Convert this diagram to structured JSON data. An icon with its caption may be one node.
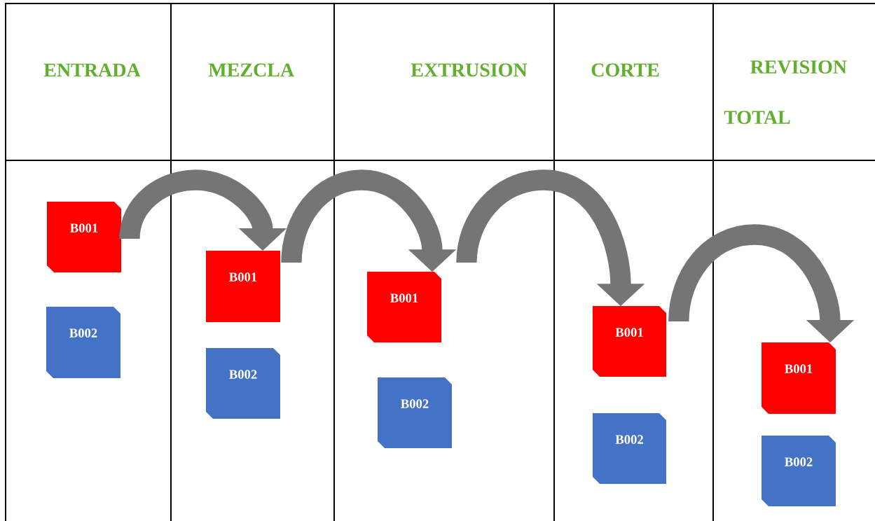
{
  "diagram": {
    "nodes": [
      {
        "text": [
          "B001"
        ]
      },
      {
        "text": [
          "B002"
        ]
      },
      {
        "text": [
          "B001"
        ]
      },
      {
        "text": [
          "B002"
        ]
      },
      {
        "text": [
          "B001"
        ]
      },
      {
        "text": [
          "B002"
        ]
      },
      {
        "text": [
          "B001"
        ]
      },
      {
        "text": [
          "B002"
        ]
      },
      {
        "text": [
          "B001"
        ]
      },
      {
        "text": [
          "B002"
        ]
      }
    ],
    "edges": [
      {
        "from": 0,
        "to": 2,
        "arrow": "to"
      },
      {
        "from": 2,
        "to": 4,
        "arrow": "to"
      },
      {
        "from": 4,
        "to": 6,
        "arrow": "to"
      },
      {
        "from": 6,
        "to": 8,
        "arrow": "to"
      }
    ],
    "labels": [
      "ENTRADA",
      "MEZCLA",
      "EXTRUSION",
      "CORTE",
      "REVISION TOTAL"
    ]
  }
}
